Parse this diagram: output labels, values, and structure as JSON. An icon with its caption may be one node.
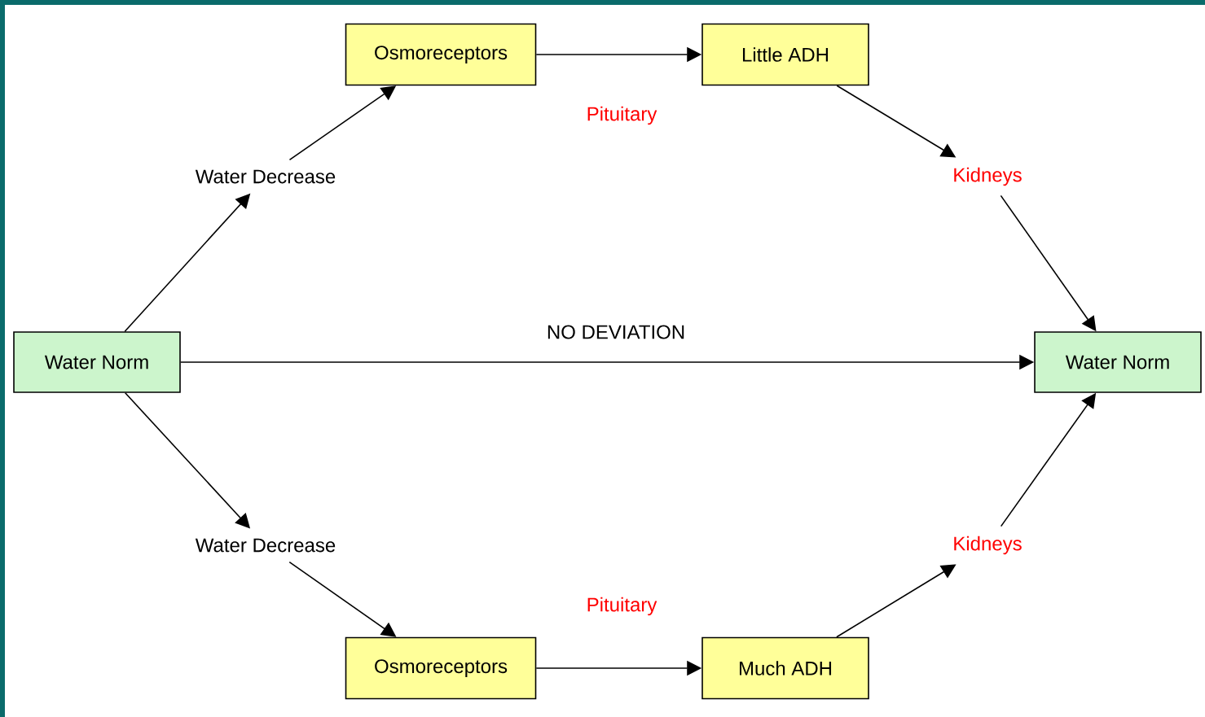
{
  "diagram": {
    "nodes": [
      {
        "text": [
          "Water Norm"
        ]
      },
      {
        "text": [
          "Water Decrease"
        ]
      },
      {
        "text": [
          "Osmoreceptors"
        ]
      },
      {
        "text": [
          "Little ADH"
        ]
      },
      {
        "text": [
          "Kidneys"
        ]
      },
      {
        "text": [
          "Water Norm"
        ]
      },
      {
        "text": [
          "Water Decrease"
        ]
      },
      {
        "text": [
          "Osmoreceptors"
        ]
      },
      {
        "text": [
          "Much ADH"
        ]
      },
      {
        "text": [
          "Kidneys"
        ]
      }
    ],
    "edges": [
      {
        "from": 0,
        "to": 1,
        "arrow": "to"
      },
      {
        "from": 1,
        "to": 2,
        "arrow": "to"
      },
      {
        "from": 2,
        "to": 3,
        "arrow": "to",
        "label": "Pituitary"
      },
      {
        "from": 3,
        "to": 4,
        "arrow": "to"
      },
      {
        "from": 4,
        "to": 5,
        "arrow": "to"
      },
      {
        "from": 0,
        "to": 5,
        "arrow": "to",
        "label": "NO DEVIATION"
      },
      {
        "from": 0,
        "to": 6,
        "arrow": "to"
      },
      {
        "from": 6,
        "to": 7,
        "arrow": "to"
      },
      {
        "from": 7,
        "to": 8,
        "arrow": "to",
        "label": "Pituitary"
      },
      {
        "from": 8,
        "to": 9,
        "arrow": "to"
      },
      {
        "from": 9,
        "to": 5,
        "arrow": "to"
      }
    ]
  }
}
